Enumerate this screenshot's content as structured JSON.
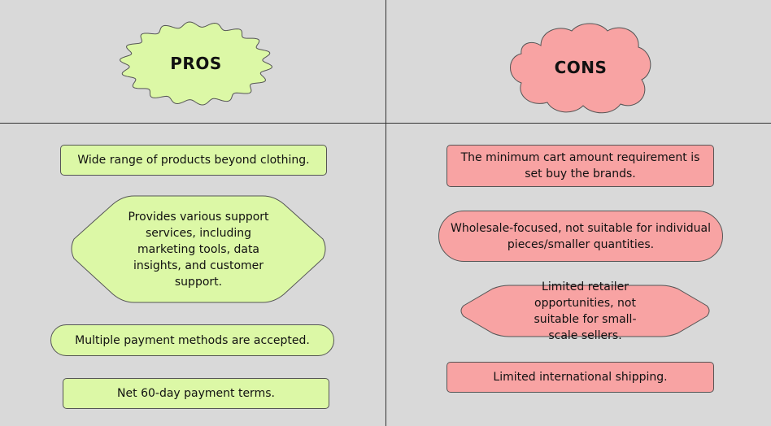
{
  "colors": {
    "background": "#d9d9d9",
    "pros_fill": "#dcf8a6",
    "cons_fill": "#f8a3a3",
    "outline": "#555555"
  },
  "pros": {
    "heading": "PROS",
    "items": [
      "Wide range of products beyond clothing.",
      "Provides various support services, including marketing tools, data insights, and customer support.",
      "Multiple payment methods are accepted.",
      "Net 60-day payment terms."
    ]
  },
  "cons": {
    "heading": "CONS",
    "items": [
      "The minimum cart amount requirement is set buy the brands.",
      "Wholesale-focused, not suitable for individual pieces/smaller quantities.",
      "Limited retailer opportunities, not suitable for small-scale sellers.",
      "Limited international shipping."
    ]
  }
}
